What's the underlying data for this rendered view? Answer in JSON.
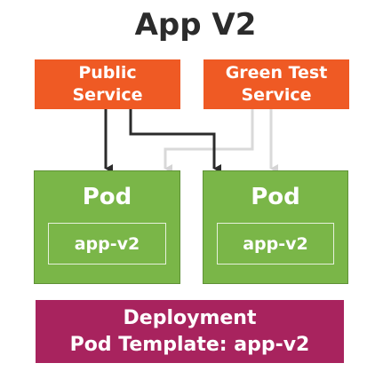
{
  "title": "App V2",
  "services": {
    "public": {
      "line1": "Public",
      "line2": "Service"
    },
    "green": {
      "line1": "Green Test",
      "line2": "Service"
    }
  },
  "pods": [
    {
      "title": "Pod",
      "container": "app-v2"
    },
    {
      "title": "Pod",
      "container": "app-v2"
    }
  ],
  "deployment": {
    "line1": "Deployment",
    "line2": "Pod Template: app-v2"
  },
  "colors": {
    "service": "#ef5a24",
    "pod": "#7ab648",
    "deployment": "#a8235e",
    "arrow_active": "#2b2b2b",
    "arrow_inactive": "#d9d9d9"
  }
}
